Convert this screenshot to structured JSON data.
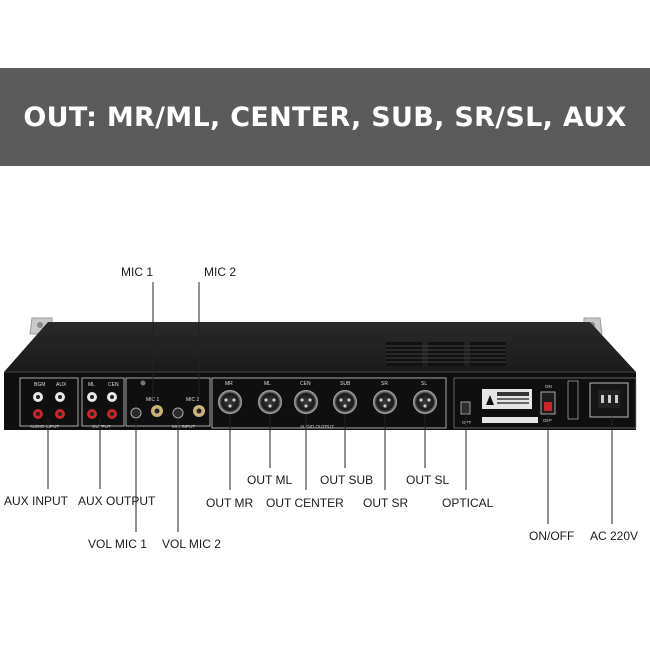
{
  "banner": {
    "title": "OUT: MR/ML, CENTER, SUB, SR/SL, AUX"
  },
  "panel_text": {
    "bgm": "BGM",
    "aux": "AUX",
    "ml": "ML",
    "cen": "CEN",
    "audio_input": "AUDIO INPUT",
    "output": "OUTPUT",
    "mic1": "MIC 1",
    "mic2": "MIC 2",
    "mic_input": "MIC INPUT",
    "mr": "MR",
    "xml": "ML",
    "xcen": "CEN",
    "sub": "SUB",
    "sr": "SR",
    "sl": "SL",
    "audio_output": "AUDIO OUTPUT",
    "on": "ON",
    "off": "OFF",
    "opt": "OPT"
  },
  "labels": {
    "mic1": "MIC 1",
    "mic2": "MIC 2",
    "aux_input": "AUX INPUT",
    "aux_output": "AUX OUTPUT",
    "vol_mic1": "VOL MIC 1",
    "vol_mic2": "VOL MIC 2",
    "out_mr": "OUT MR",
    "out_ml": "OUT ML",
    "out_center": "OUT CENTER",
    "out_sub": "OUT SUB",
    "out_sr": "OUT SR",
    "out_sl": "OUT SL",
    "optical": "OPTICAL",
    "on_off": "ON/OFF",
    "ac": "AC 220V"
  }
}
